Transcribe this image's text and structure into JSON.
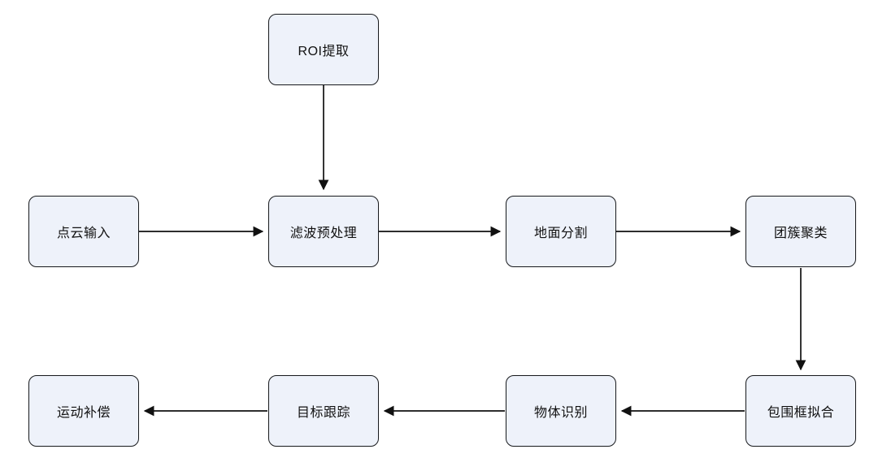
{
  "diagram": {
    "type": "flowchart",
    "nodes": [
      {
        "id": "roi-extraction",
        "label": "ROI提取"
      },
      {
        "id": "point-cloud-input",
        "label": "点云输入"
      },
      {
        "id": "filter-preprocessing",
        "label": "滤波预处理"
      },
      {
        "id": "ground-segmentation",
        "label": "地面分割"
      },
      {
        "id": "cluster-clustering",
        "label": "团簇聚类"
      },
      {
        "id": "motion-compensation",
        "label": "运动补偿"
      },
      {
        "id": "target-tracking",
        "label": "目标跟踪"
      },
      {
        "id": "object-recognition",
        "label": "物体识别"
      },
      {
        "id": "bounding-box-fitting",
        "label": "包围框拟合"
      }
    ],
    "edges": [
      {
        "from": "roi-extraction",
        "to": "filter-preprocessing"
      },
      {
        "from": "point-cloud-input",
        "to": "filter-preprocessing"
      },
      {
        "from": "filter-preprocessing",
        "to": "ground-segmentation"
      },
      {
        "from": "ground-segmentation",
        "to": "cluster-clustering"
      },
      {
        "from": "cluster-clustering",
        "to": "bounding-box-fitting"
      },
      {
        "from": "bounding-box-fitting",
        "to": "object-recognition"
      },
      {
        "from": "object-recognition",
        "to": "target-tracking"
      },
      {
        "from": "target-tracking",
        "to": "motion-compensation"
      }
    ],
    "colors": {
      "node_fill": "#eef2fa",
      "node_border": "#17191c",
      "arrow": "#111111",
      "background": "#ffffff"
    }
  }
}
